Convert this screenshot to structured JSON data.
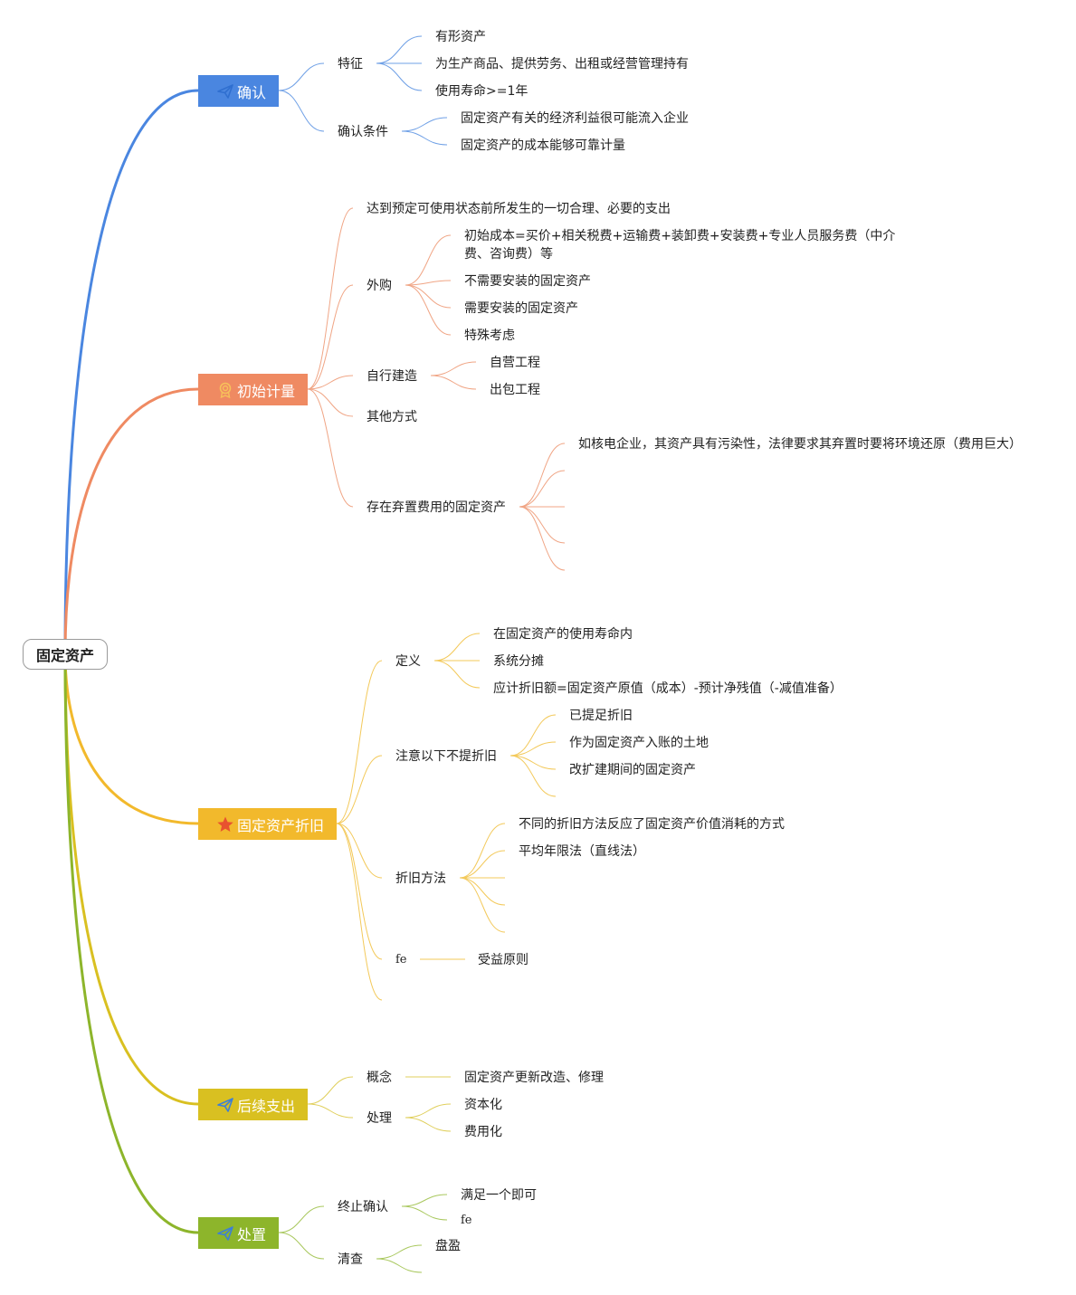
{
  "root": "固定资产",
  "branches": {
    "b1": {
      "label": "确认",
      "color": "#4a86e0",
      "icon": "paper-plane-icon"
    },
    "b2": {
      "label": "初始计量",
      "color": "#ef8a62",
      "icon": "medal-icon"
    },
    "b3": {
      "label": "固定资产折旧",
      "color": "#f2b92c",
      "icon": "star-icon"
    },
    "b4": {
      "label": "后续支出",
      "color": "#d9c021",
      "icon": "paper-plane-icon"
    },
    "b5": {
      "label": "处置",
      "color": "#8db52b",
      "icon": "paper-plane-icon"
    }
  },
  "nodes": {
    "b1_feature": "特征",
    "b1_f1": "有形资产",
    "b1_f2": "为生产商品、提供劳务、出租或经营管理持有",
    "b1_f3": "使用寿命>=1年",
    "b1_cond": "确认条件",
    "b1_c1": "固定资产有关的经济利益很可能流入企业",
    "b1_c2": "固定资产的成本能够可靠计量",
    "b2_n1": "达到预定可使用状态前所发生的一切合理、必要的支出",
    "b2_buy": "外购",
    "b2_buy1": "初始成本=买价+相关税费+运输费+装卸费+安装费+专业人员服务费（中介费、咨询费）等",
    "b2_buy2": "不需要安装的固定资产",
    "b2_buy3": "需要安装的固定资产",
    "b2_buy4": "特殊考虑",
    "b2_self": "自行建造",
    "b2_self1": "自营工程",
    "b2_self2": "出包工程",
    "b2_other": "其他方式",
    "b2_dispose": "存在弃置费用的固定资产",
    "b2_dispose1": "如核电企业，其资产具有污染性，法律要求其弃置时要将环境还原（费用巨大）",
    "b3_def": "定义",
    "b3_def1": "在固定资产的使用寿命内",
    "b3_def2": "系统分摊",
    "b3_def3": "应计折旧额=固定资产原值（成本）-预计净残值（-减值准备）",
    "b3_note": "注意以下不提折旧",
    "b3_note1": "已提足折旧",
    "b3_note2": "作为固定资产入账的土地",
    "b3_note3": "改扩建期间的固定资产",
    "b3_method": "折旧方法",
    "b3_method1": "不同的折旧方法反应了固定资产价值消耗的方式",
    "b3_method2": "平均年限法（直线法）",
    "b3_fe": "fe",
    "b3_fe1": "受益原则",
    "b4_concept": "概念",
    "b4_concept1": "固定资产更新改造、修理",
    "b4_handle": "处理",
    "b4_handle1": "资本化",
    "b4_handle2": "费用化",
    "b5_stop": "终止确认",
    "b5_stop1": "满足一个即可",
    "b5_stop2": "fe",
    "b5_check": "清查",
    "b5_check1": "盘盈"
  }
}
